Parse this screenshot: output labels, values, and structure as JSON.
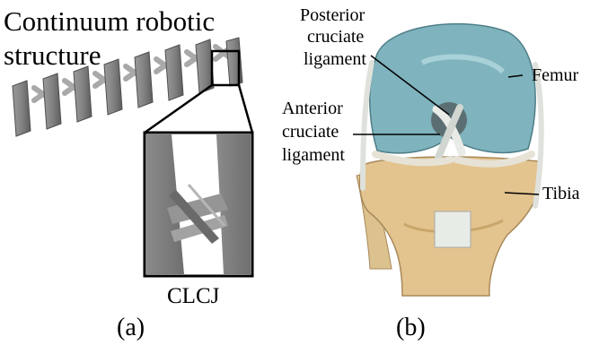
{
  "panel_a": {
    "title_line1": "Continuum robotic",
    "title_line2": "structure",
    "inset_label": "CLCJ",
    "caption": "(a)"
  },
  "panel_b": {
    "posterior_label_line1": "Posterior",
    "posterior_label_line2": "cruciate",
    "posterior_label_line3": "ligament",
    "anterior_label_line1": "Anterior",
    "anterior_label_line2": "cruciate",
    "anterior_label_line3": "ligament",
    "femur_label": "Femur",
    "tibia_label": "Tibia",
    "caption": "(b)"
  },
  "colors": {
    "robot_gray": "#7d7d7d",
    "robot_dark": "#5c5c5c",
    "femur_teal": "#7fb3bd",
    "bone_tan": "#e3c48e",
    "ligament": "#d9dcd8"
  }
}
